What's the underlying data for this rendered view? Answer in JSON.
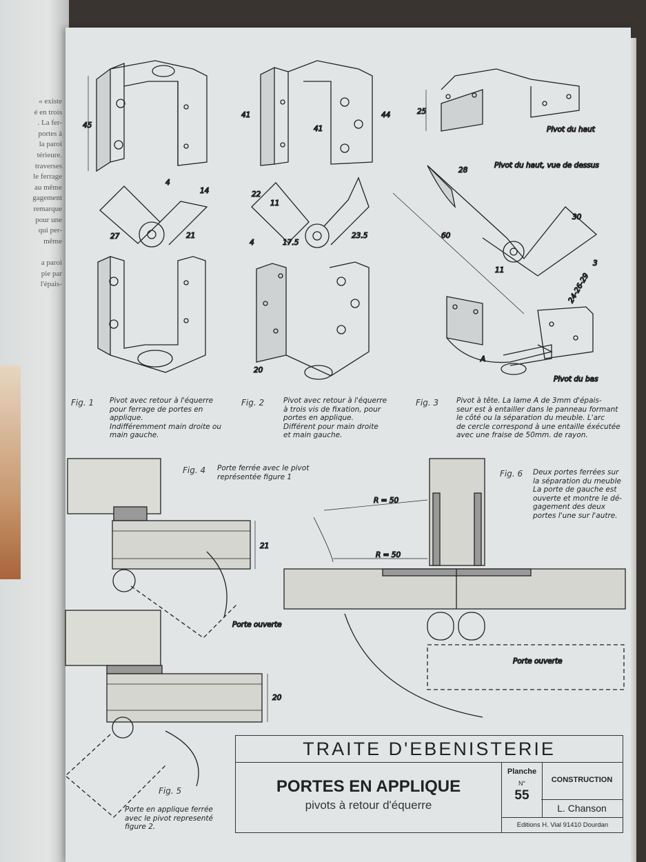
{
  "left_page": {
    "text_fragments": "« existe\né en trois\n. La fer-\nportes à\nla paroi\ntérieure.\ntraverses\nle ferrage\nau même\ngagement\nremarque\npour une\nqui per-\nmême\n\na paroi\npie par\nl'épais-"
  },
  "figures": {
    "fig1": {
      "label": "Fig. 1",
      "caption": "Pivot avec retour à l'équerre\npour ferrage de portes en\napplique.\nIndifféremment main droite ou\nmain gauche.",
      "dims": [
        "45",
        "4",
        "14",
        "27",
        "21"
      ]
    },
    "fig2": {
      "label": "Fig. 2",
      "caption": "Pivot avec retour à l'équerre\nà trois vis de fixation, pour\nportes en applique.\nDifférent pour main droite\net main gauche.",
      "dims": [
        "41",
        "41",
        "44",
        "22",
        "11",
        "17.5",
        "23.5",
        "4",
        "20"
      ]
    },
    "fig3": {
      "label": "Fig. 3",
      "caption": "Pivot à tête. La lame A de 3mm d'épais-\nseur est à entailler dans le panneau formant\nle côté ou la séparation du meuble. L'arc\nde cercle correspond à une entaille éxécutée\navec une fraise de 50mm. de rayon.",
      "dims": [
        "25",
        "28",
        "60",
        "30",
        "11",
        "3",
        "24-26-29"
      ],
      "label_top": "Pivot du haut",
      "label_top_view": "Pivot du haut, vue de dessus",
      "label_bottom": "Pivot du bas",
      "label_A": "A"
    },
    "fig4": {
      "label": "Fig. 4",
      "caption": "Porte ferrée avec le pivot\nreprésentée figure 1",
      "dim": "21",
      "open_label": "Porte ouverte"
    },
    "fig5": {
      "label": "Fig. 5",
      "caption": "Porte en applique ferrée\navec le pivot representé\nfigure 2.",
      "dim": "20"
    },
    "fig6": {
      "label": "Fig. 6",
      "caption": "Deux portes ferrées sur\nla séparation du meuble\nLa porte de gauche est\nouverte et montre le dé-\ngagement des deux\nportes l'une sur l'autre.",
      "radius1": "R = 50",
      "radius2": "R = 50",
      "open_label": "Porte ouverte"
    }
  },
  "title_block": {
    "series": "TRAITE D'EBENISTERIE",
    "title": "PORTES EN APPLIQUE",
    "subtitle": "pivots à retour d'équerre",
    "planche_label": "Planche",
    "number_label": "N°",
    "number": "55",
    "category": "CONSTRUCTION",
    "author": "L. Chanson",
    "publisher": "Editions H. Vial 91410 Dourdan"
  }
}
